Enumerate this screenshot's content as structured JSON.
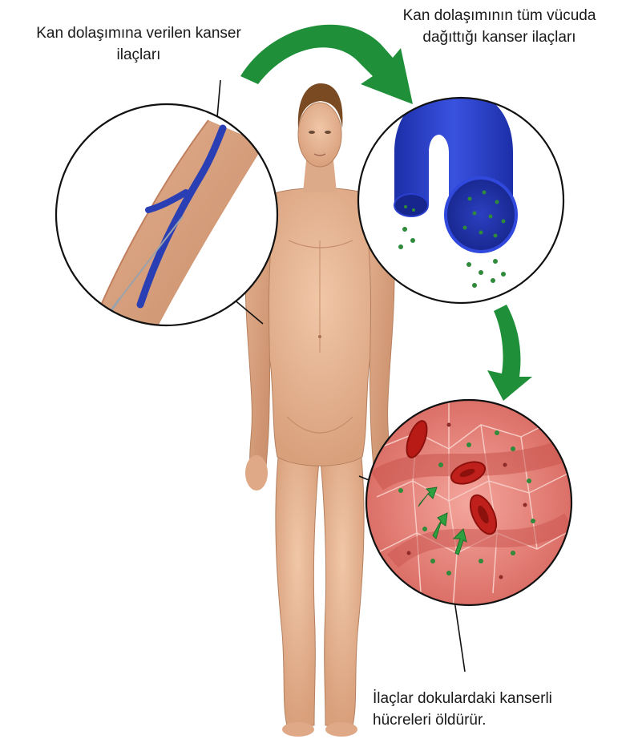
{
  "labels": {
    "injection": {
      "line1": "Kan dolaşımına verilen kanser",
      "line2": "ilaçları"
    },
    "circulation": {
      "line1": "Kan dolaşımının tüm vücuda",
      "line2": "dağıttığı kanser ilaçları"
    },
    "tissue": {
      "line1": "İlaçlar dokulardaki kanserli",
      "line2": "hücreleri öldürür."
    }
  },
  "colors": {
    "skin": "#e7b99a",
    "skin_shadow": "#c98f6d",
    "hair": "#7a4a22",
    "vein": "#2b3fb5",
    "vessel": "#2438c8",
    "drug_dots": "#2f8a3a",
    "arrow": "#1f8f3a",
    "tissue": "#e9857d",
    "red_cell": "#c0201b",
    "outline": "#111111"
  }
}
